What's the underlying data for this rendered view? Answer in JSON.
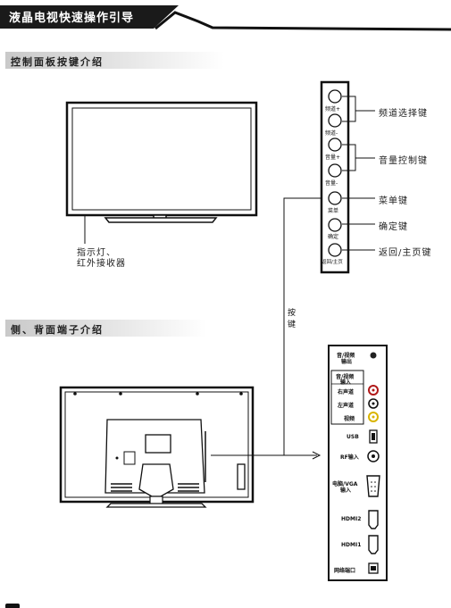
{
  "header": {
    "title": "液晶电视快速操作引导"
  },
  "sections": {
    "control_panel": "控制面板按键介绍",
    "ports": "侧、背面端子介绍"
  },
  "indicator": {
    "line1": "指示灯、",
    "line2": "红外接收器"
  },
  "keys_label": {
    "c1": "按",
    "c2": "键"
  },
  "panel_buttons": [
    "频道+",
    "频道-",
    "音量+",
    "音量-",
    "菜单",
    "确定",
    "返回/主页"
  ],
  "button_groups": {
    "channel": "频道选择键",
    "volume": "音量控制键",
    "menu": "菜单键",
    "ok": "确定键",
    "return": "返回/主页键"
  },
  "ports": {
    "av_out_1": "音/视频",
    "av_out_2": "输出",
    "av_in_1": "音/视频",
    "av_in_2": "输入",
    "right": "右声道",
    "left": "左声道",
    "video": "视频",
    "usb": "USB",
    "rf": "RF输入",
    "pc_vga_1": "电脑/VGA",
    "pc_vga_2": "输入",
    "hdmi2": "HDMI2",
    "hdmi1": "HDMI1",
    "network": "网络端口"
  },
  "colors": {
    "header_bg": "#1a1a1a",
    "av_red": "#b01818",
    "av_yellow": "#d9b400"
  }
}
